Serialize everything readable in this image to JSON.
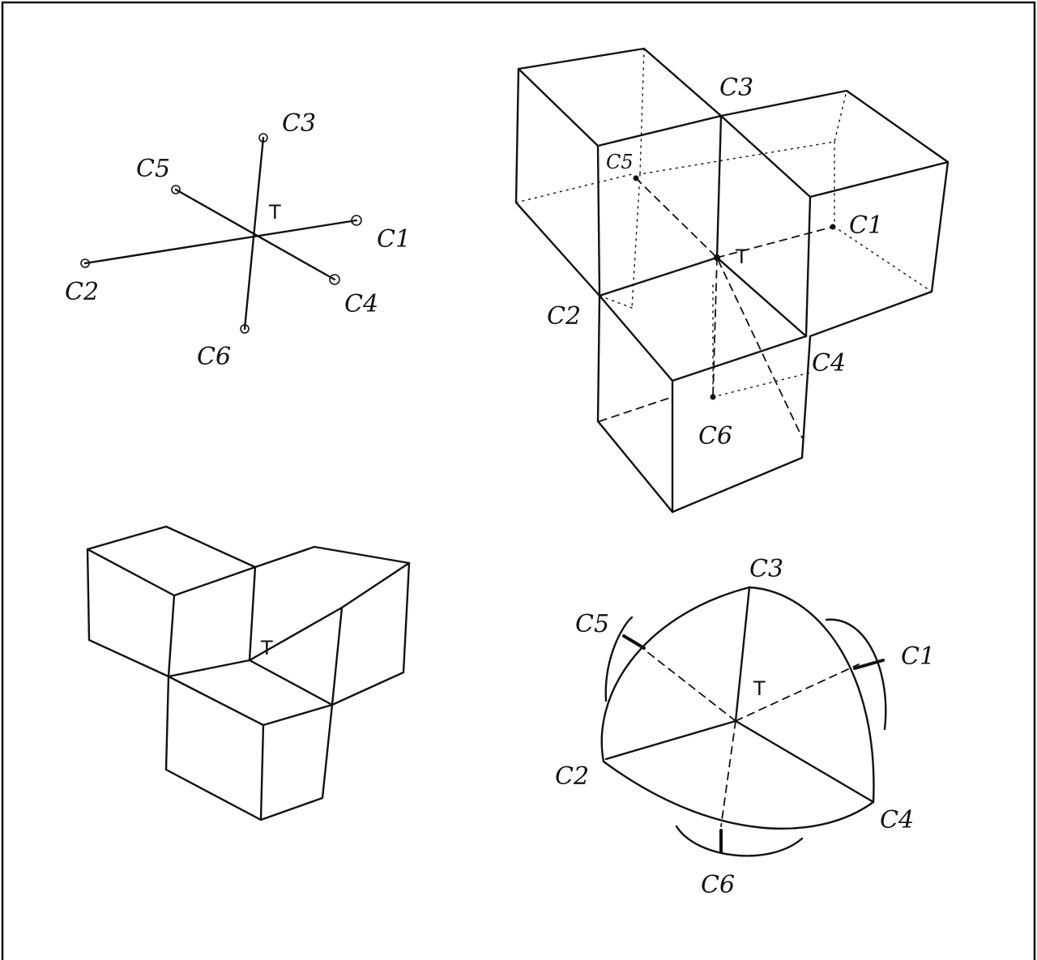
{
  "panels": {
    "star": {
      "center": "T",
      "ends": [
        "C1",
        "C2",
        "C3",
        "C4",
        "C5",
        "C6"
      ]
    },
    "cubes_wire": {
      "center": "T",
      "labels": [
        "C3",
        "C5",
        "C1",
        "C2",
        "C4",
        "C6"
      ]
    },
    "cubes_solid": {
      "center": "T"
    },
    "sphere": {
      "center": "T",
      "labels": [
        "C3",
        "C5",
        "C1",
        "C2",
        "C4",
        "C6"
      ]
    }
  }
}
